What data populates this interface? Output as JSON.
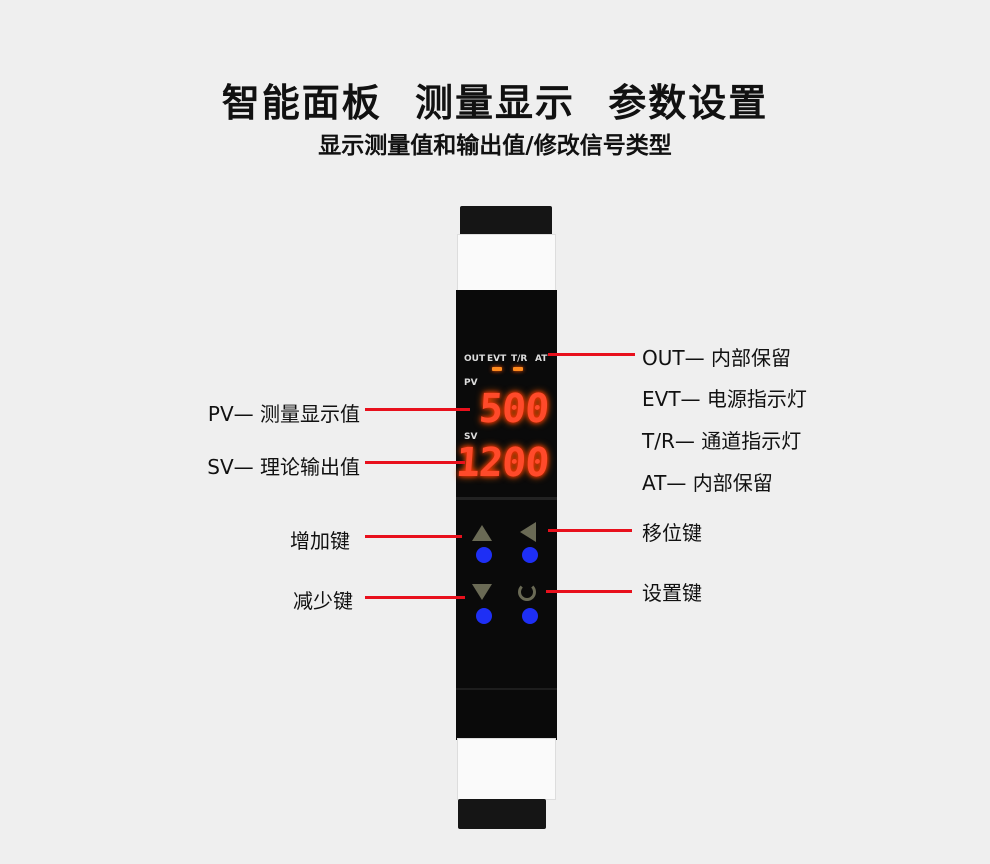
{
  "header": {
    "title": "智能面板  测量显示  参数设置",
    "subtitle": "显示测量值和输出值/修改信号类型"
  },
  "device": {
    "indicators": [
      "OUT",
      "EVT",
      "T/R",
      "AT"
    ],
    "pv_label": "PV",
    "pv_value": "500",
    "sv_label": "SV",
    "sv_value": "1200",
    "led_color": "#ff4a2a",
    "button_color": "#1e2ff5"
  },
  "callouts": {
    "pv": "PV— 测量显示值",
    "sv": "SV— 理论输出值",
    "up": "增加键",
    "down": "减少键",
    "out": "OUT— 内部保留",
    "evt": "EVT— 电源指示灯",
    "tr": "T/R—  通道指示灯",
    "at": "AT—  内部保留",
    "shift": "移位键",
    "set": "设置键"
  }
}
